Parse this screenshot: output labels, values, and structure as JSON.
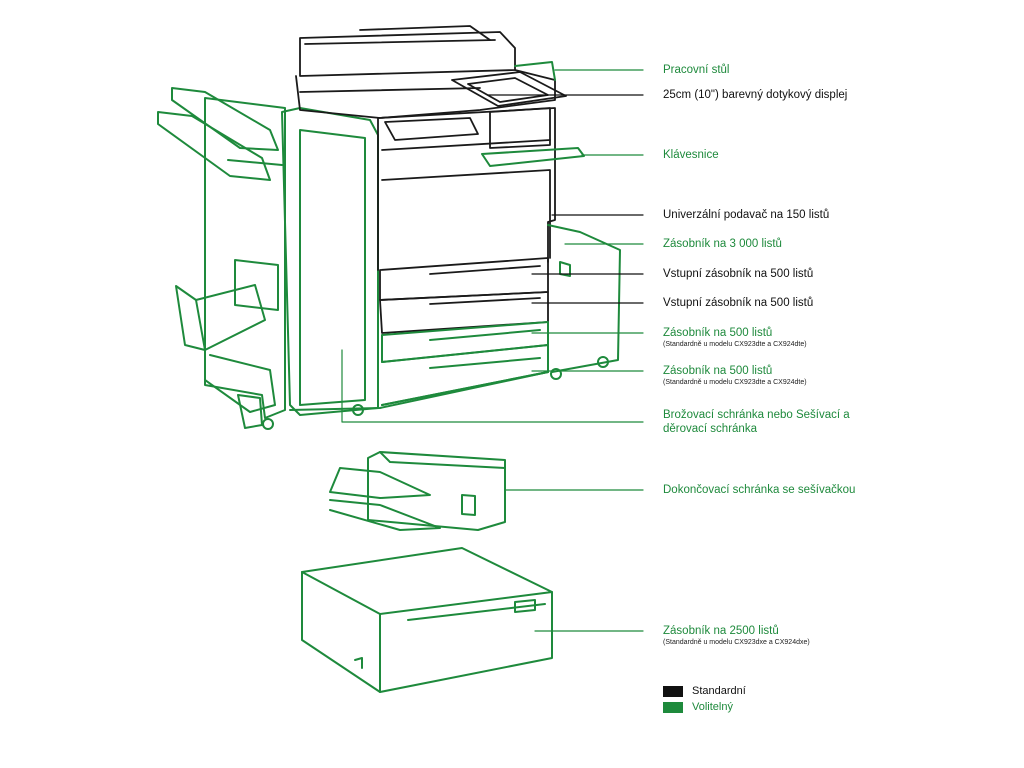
{
  "colors": {
    "optional": "#1e8a3c",
    "standard": "#111111"
  },
  "callouts": [
    {
      "id": "work-surface",
      "text": "Pracovní stůl",
      "sub": "",
      "type": "optional"
    },
    {
      "id": "touch-display",
      "text": "25cm (10\") barevný dotykový displej",
      "sub": "",
      "type": "standard"
    },
    {
      "id": "keyboard",
      "text": "Klávesnice",
      "sub": "",
      "type": "optional"
    },
    {
      "id": "mp-feeder",
      "text": "Univerzální podavač na 150 listů",
      "sub": "",
      "type": "standard"
    },
    {
      "id": "tray-3000",
      "text": "Zásobník na 3 000 listů",
      "sub": "",
      "type": "optional"
    },
    {
      "id": "input-tray-1",
      "text": "Vstupní zásobník na 500 listů",
      "sub": "",
      "type": "standard"
    },
    {
      "id": "input-tray-2",
      "text": "Vstupní zásobník na 500 listů",
      "sub": "",
      "type": "standard"
    },
    {
      "id": "tray-500-a",
      "text": "Zásobník na 500 listů",
      "sub": "(Standardně u modelu CX923dte a CX924dte)",
      "type": "optional"
    },
    {
      "id": "tray-500-b",
      "text": "Zásobník na 500 listů",
      "sub": "(Standardně u modelu CX923dte a CX924dte)",
      "type": "optional"
    },
    {
      "id": "booklet-finisher",
      "text": "Brožovací schránka nebo Sešívací a",
      "line2": "děrovací schránka",
      "type": "optional"
    },
    {
      "id": "staple-finisher",
      "text": "Dokončovací schránka se sešívačkou",
      "sub": "",
      "type": "optional"
    },
    {
      "id": "tray-2500",
      "text": "Zásobník na 2500 listů",
      "sub": "(Standardně u modelu CX923dxe a CX924dxe)",
      "type": "optional"
    }
  ],
  "legend": {
    "standard": "Standardní",
    "optional": "Volitelný"
  }
}
